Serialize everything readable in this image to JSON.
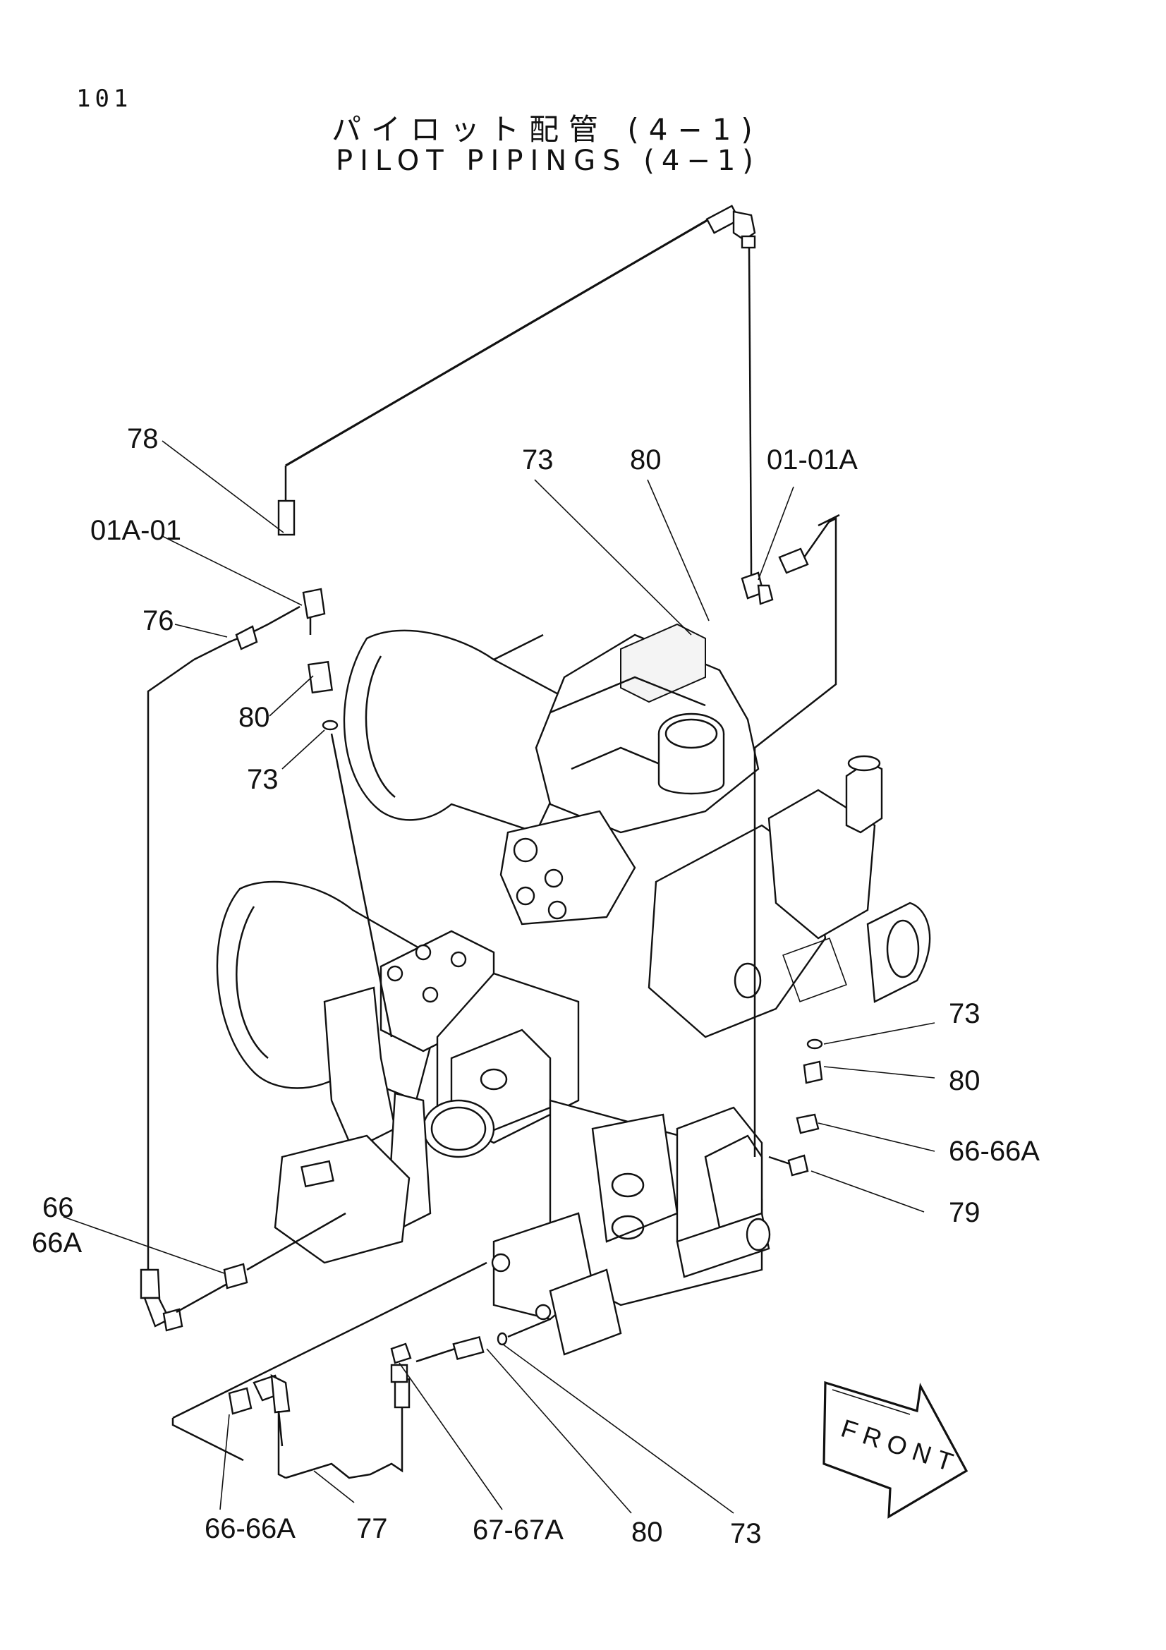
{
  "page_number": "101",
  "title_jp": "パイロット配管 (4−1)",
  "title_en": "PILOT PIPINGS (4−1)",
  "front_label": "FRONT",
  "callouts": {
    "c78": "78",
    "c01a01": "01A-01",
    "c76": "76",
    "c80a": "80",
    "c73a": "73",
    "c73b": "73",
    "c80b": "80",
    "c0101a": "01-01A",
    "c73c": "73",
    "c80c": "80",
    "c6666a_r": "66-66A",
    "c79": "79",
    "c66": "66",
    "c66a": "66A",
    "c6666a_b": "66-66A",
    "c77": "77",
    "c6767a": "67-67A",
    "c80d": "80",
    "c73d": "73"
  }
}
